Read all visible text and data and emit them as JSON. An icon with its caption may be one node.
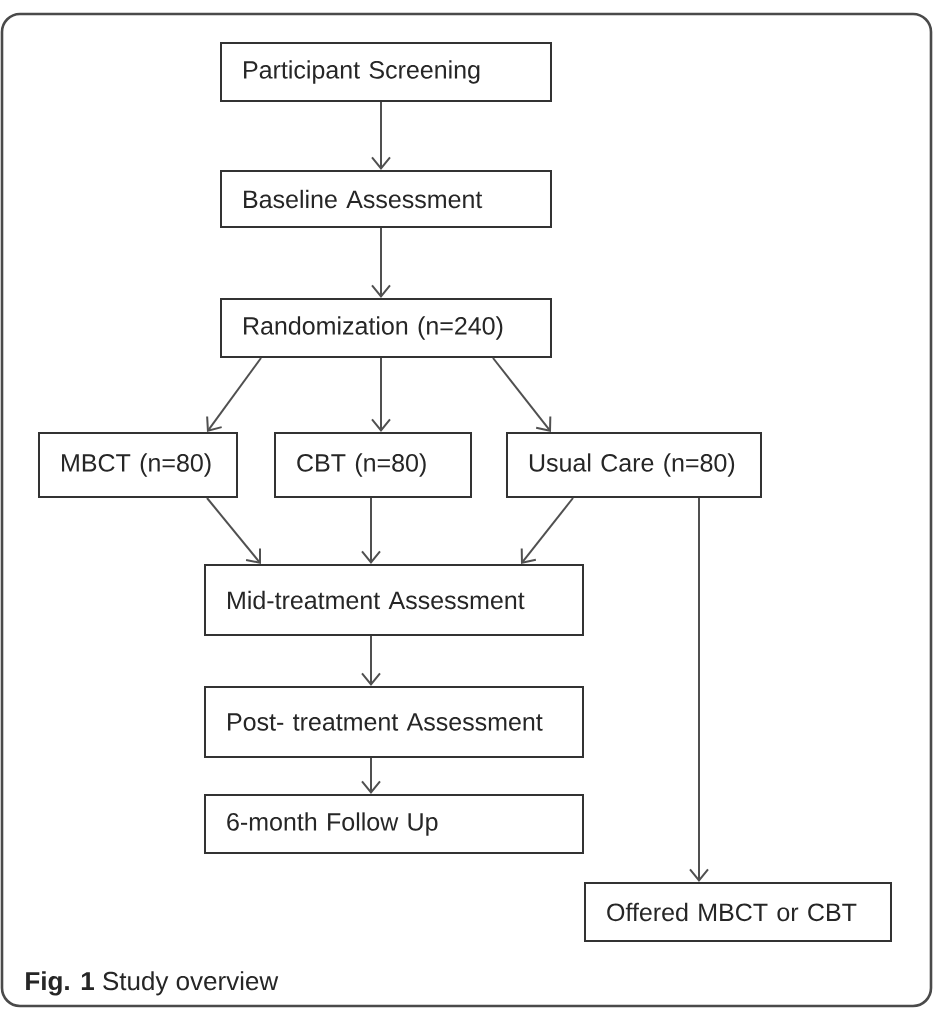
{
  "diagram": {
    "caption": "**Fig. 1** Study overview",
    "nodes": [
      {
        "text": [
          "Participant Screening"
        ]
      },
      {
        "text": [
          "Baseline Assessment"
        ]
      },
      {
        "text": [
          "Randomization (n=240)"
        ]
      },
      {
        "text": [
          "MBCT (n=80)"
        ]
      },
      {
        "text": [
          "CBT (n=80)"
        ]
      },
      {
        "text": [
          "Usual Care (n=80)"
        ]
      },
      {
        "text": [
          "Mid-treatment Assessment"
        ]
      },
      {
        "text": [
          "Post- treatment Assessment"
        ]
      },
      {
        "text": [
          "6-month Follow Up"
        ]
      },
      {
        "text": [
          "Offered MBCT or CBT"
        ]
      }
    ],
    "edges": [
      {
        "from": 0,
        "to": 1,
        "arrow": "to"
      },
      {
        "from": 1,
        "to": 2,
        "arrow": "to"
      },
      {
        "from": 2,
        "to": 3,
        "arrow": "to"
      },
      {
        "from": 2,
        "to": 4,
        "arrow": "to"
      },
      {
        "from": 2,
        "to": 5,
        "arrow": "to"
      },
      {
        "from": 3,
        "to": 6,
        "arrow": "to"
      },
      {
        "from": 4,
        "to": 6,
        "arrow": "to"
      },
      {
        "from": 5,
        "to": 6,
        "arrow": "to"
      },
      {
        "from": 6,
        "to": 7,
        "arrow": "to"
      },
      {
        "from": 7,
        "to": 8,
        "arrow": "to"
      },
      {
        "from": 5,
        "to": 9,
        "arrow": "to"
      }
    ]
  }
}
